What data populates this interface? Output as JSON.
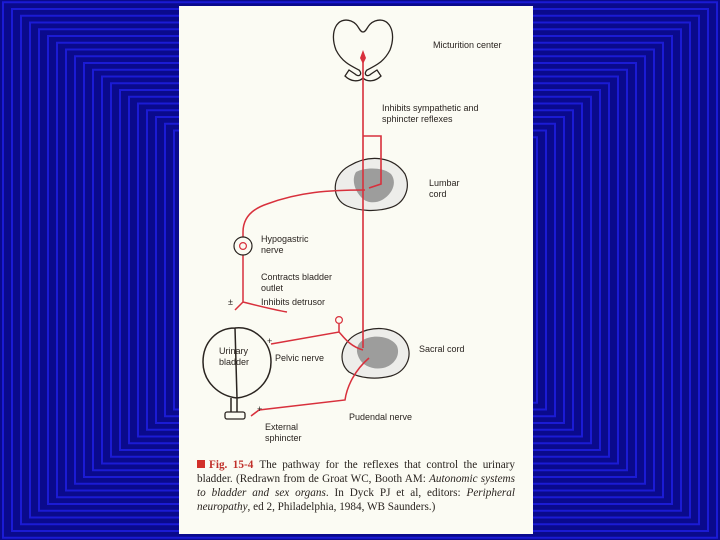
{
  "slide": {
    "background_color": "#0a0a8c",
    "frame_color": "#1b1bd4",
    "page_color": "#fbfbf3"
  },
  "diagram": {
    "accent_color": "#d8303c",
    "labels": {
      "micturition_center": "Micturition center",
      "inhibits_sympathetic": "Inhibits sympathetic and sphincter reflexes",
      "lumbar_cord": "Lumbar cord",
      "hypogastric_nerve": "Hypogastric nerve",
      "contracts_outlet": "Contracts bladder outlet",
      "inhibits_detrusor": "Inhibits detrusor",
      "urinary_bladder": "Urinary bladder",
      "pelvic_nerve": "Pelvic nerve",
      "sacral_cord": "Sacral cord",
      "pudendal_nerve": "Pudendal nerve",
      "external_sphincter": "External sphincter",
      "plus_minus": "±",
      "plus_pelvic": "+",
      "plus_sphincter": "+"
    },
    "icons": [
      "spinal-cord-cross-section-icon",
      "neuron-soma-icon",
      "ganglion-icon",
      "bladder-icon"
    ]
  },
  "caption": {
    "fig_number": "Fig. 15-4",
    "text_1": "The pathway for the reflexes that control the urinary bladder. (Redrawn from de Groat WC, Booth AM: ",
    "italic_1": "Autonomic systems to bladder and sex organs",
    "text_2": ". In Dyck PJ et al, editors: ",
    "italic_2": "Peripheral neuropathy",
    "text_3": ", ed 2, Philadelphia, 1984, WB Saunders.)"
  }
}
